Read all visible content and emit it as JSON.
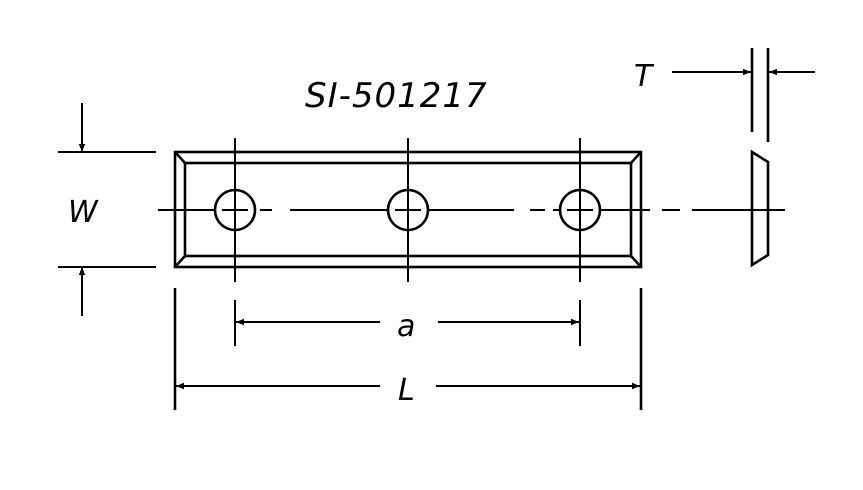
{
  "drawing": {
    "part_number": "SI-501217",
    "view": "Reversible knife insert, front and side views",
    "line_color": "#000000",
    "background_color": "#ffffff",
    "holes_count": 3
  },
  "dimensions": {
    "width_label": "W",
    "thickness_label": "T",
    "hole_spacing_label": "a",
    "length_label": "L"
  }
}
